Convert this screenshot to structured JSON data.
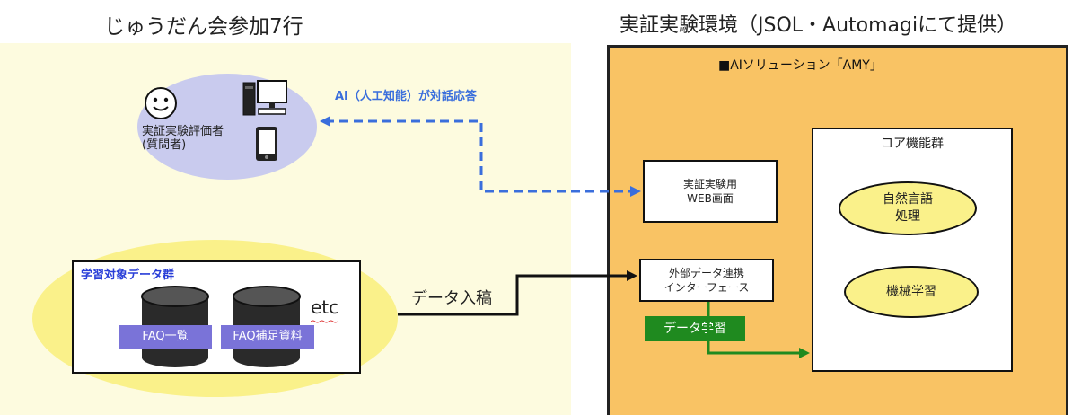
{
  "left_title": "じゅうだん会参加7行",
  "right_title": "実証実験環境（JSOL・Automagiにて提供）",
  "amy_label": "■AIソリューション「AMY」",
  "evaluator": {
    "line1": "実証実験評価者",
    "line2": "(質問者)"
  },
  "ai_label": "AI（人工知能）が対話応答",
  "data_group": {
    "title": "学習対象データ群",
    "items": [
      "FAQ一覧",
      "FAQ補足資料"
    ],
    "etc": "etc"
  },
  "data_in_label": "データ入稿",
  "web_box": {
    "line1": "実証実験用",
    "line2": "WEB画面"
  },
  "interface_box": {
    "line1": "外部データ連携",
    "line2": "インターフェース"
  },
  "data_learning_label": "データ学習",
  "core": {
    "title": "コア機能群",
    "nlp": {
      "line1": "自然言語",
      "line2": "処理"
    },
    "ml": "機械学習"
  },
  "colors": {
    "left_background": "#fdfbdf",
    "orange_panel": "#f9c364",
    "user_oval": "#c9cbee",
    "data_oval": "#faf18a",
    "purple_label": "#7a73d8",
    "green_label": "#1f8a1f",
    "blue_arrow": "#3a6edc"
  },
  "icons": [
    "smiley-face-icon",
    "desktop-computer-icon",
    "smartphone-icon",
    "database-cylinder-icon"
  ]
}
